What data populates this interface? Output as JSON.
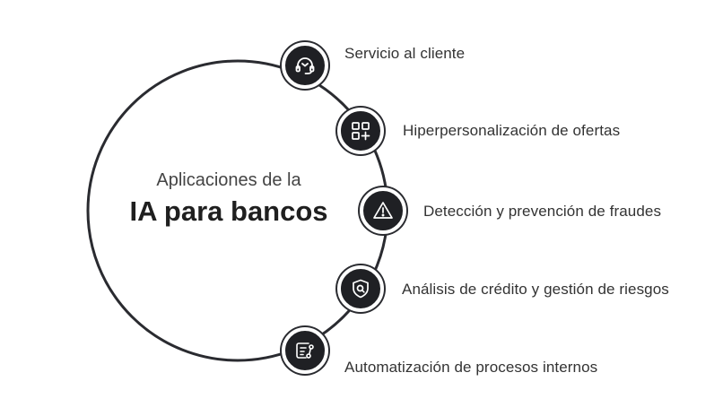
{
  "title": {
    "line1": "Aplicaciones de la",
    "line2": "IA para bancos"
  },
  "items": [
    {
      "label": "Servicio al cliente",
      "icon": "headset-icon"
    },
    {
      "label": "Hiperpersonalización de ofertas",
      "icon": "grid-plus-icon"
    },
    {
      "label": "Detección y prevención de fraudes",
      "icon": "warning-icon"
    },
    {
      "label": "Análisis de crédito y gestión de riesgos",
      "icon": "shield-search-icon"
    },
    {
      "label": "Automatización de procesos internos",
      "icon": "process-card-icon"
    }
  ],
  "colors": {
    "ring": "#2a2b30",
    "node_fill": "#1f2024",
    "icon_stroke": "#ffffff",
    "text": "#333333"
  }
}
